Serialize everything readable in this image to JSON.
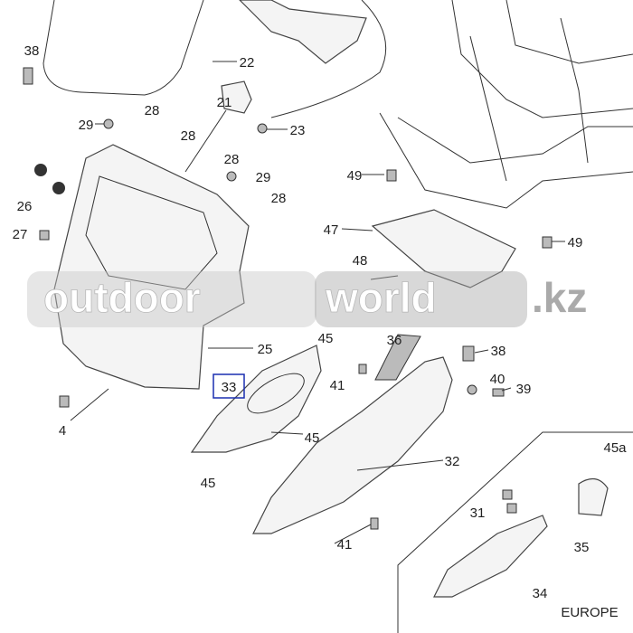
{
  "diagram": {
    "labels": [
      "38",
      "22",
      "21",
      "23",
      "28",
      "29",
      "28",
      "28",
      "29",
      "28",
      "26",
      "27",
      "49",
      "47",
      "49",
      "48",
      "45",
      "36",
      "38",
      "25",
      "41",
      "40",
      "39",
      "33",
      "4",
      "45",
      "45",
      "32",
      "45a",
      "31",
      "41",
      "35",
      "34"
    ],
    "inset_label": "EUROPE",
    "highlighted_label": "33",
    "highlight_color": "#1a2fb0"
  },
  "watermark": {
    "part1": "outdoor",
    "part2": "world",
    "part3": ".kz"
  }
}
